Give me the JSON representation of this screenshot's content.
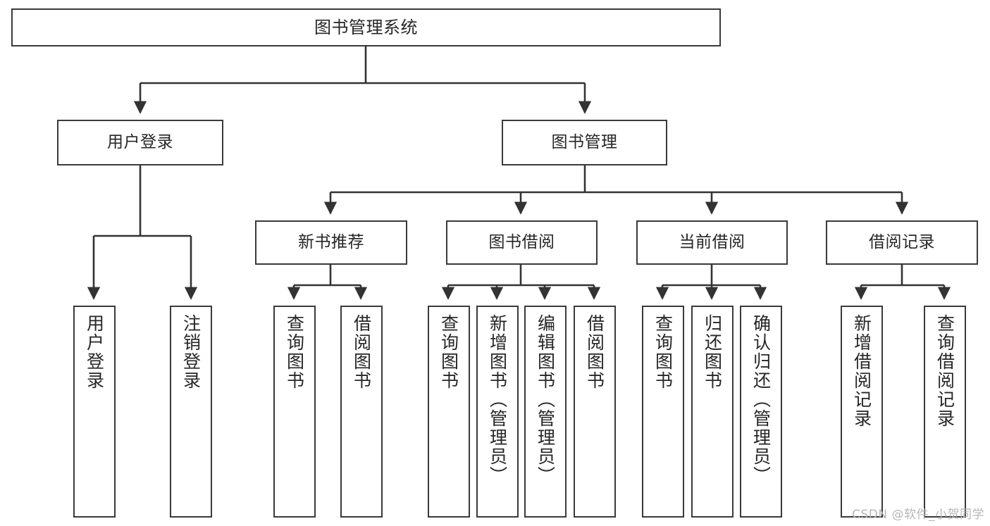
{
  "diagram": {
    "title": "图书管理系统",
    "watermark": "CSDN @软件_小贺同学",
    "colors": {
      "background": "#ffffff",
      "box_border": "#3a3a3a",
      "box_fill": "#ffffff",
      "edge": "#333333",
      "text": "#262626",
      "watermark": "#b6b6b6"
    },
    "root": {
      "label": "图书管理系统"
    },
    "level2": [
      {
        "label": "用户登录"
      },
      {
        "label": "图书管理"
      }
    ],
    "level3": [
      {
        "label": "新书推荐"
      },
      {
        "label": "图书借阅"
      },
      {
        "label": "当前借阅"
      },
      {
        "label": "借阅记录"
      }
    ],
    "leaves": [
      {
        "label": "用户登录",
        "parent": "用户登录"
      },
      {
        "label": "注销登录",
        "parent": "用户登录"
      },
      {
        "label": "查询图书",
        "parent": "新书推荐"
      },
      {
        "label": "借阅图书",
        "parent": "新书推荐"
      },
      {
        "label": "查询图书",
        "parent": "图书借阅"
      },
      {
        "label": "新增图书（管理员）",
        "parent": "图书借阅"
      },
      {
        "label": "编辑图书（管理员）",
        "parent": "图书借阅"
      },
      {
        "label": "借阅图书",
        "parent": "图书借阅"
      },
      {
        "label": "查询图书",
        "parent": "当前借阅"
      },
      {
        "label": "归还图书",
        "parent": "当前借阅"
      },
      {
        "label": "确认归还（管理员）",
        "parent": "当前借阅"
      },
      {
        "label": "新增借阅记录",
        "parent": "借阅记录"
      },
      {
        "label": "查询借阅记录",
        "parent": "借阅记录"
      }
    ]
  }
}
